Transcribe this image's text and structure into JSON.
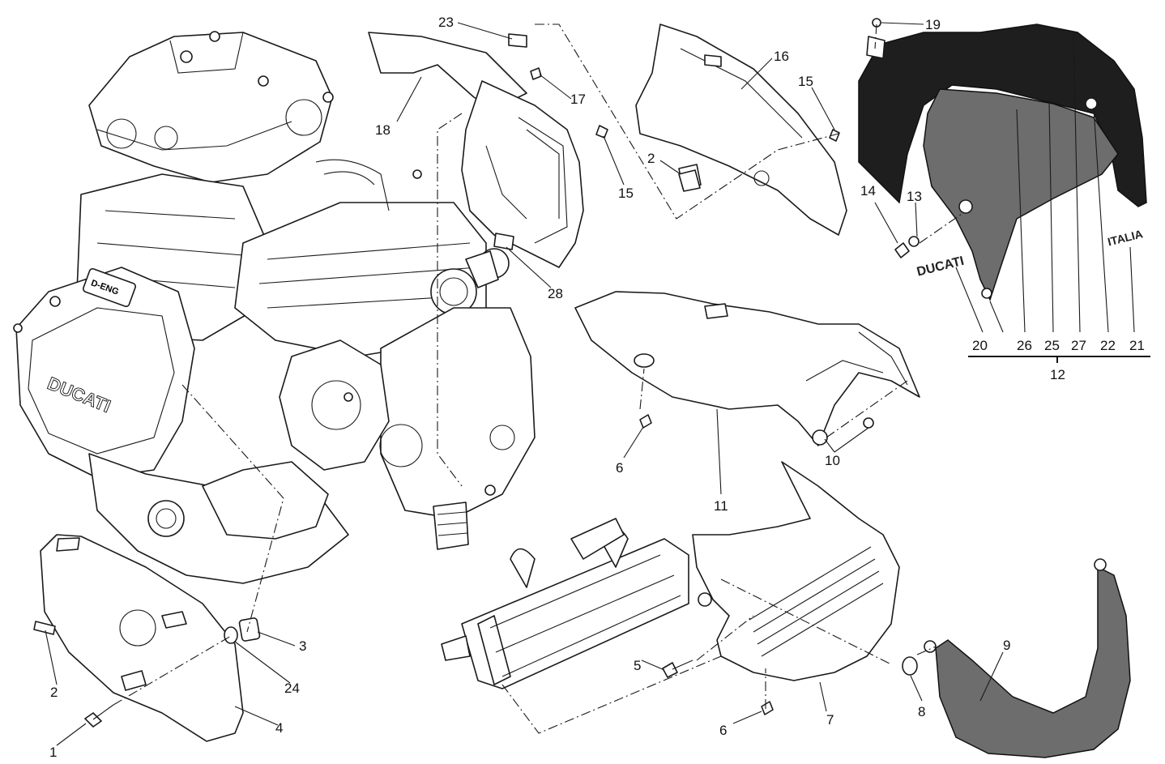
{
  "callouts": {
    "c1": "1",
    "c2a": "2",
    "c2b": "2",
    "c3": "3",
    "c4": "4",
    "c5": "5",
    "c6a": "6",
    "c6b": "6",
    "c7": "7",
    "c8": "8",
    "c9": "9",
    "c10": "10",
    "c11": "11",
    "c12": "12",
    "c13": "13",
    "c14": "14",
    "c15a": "15",
    "c15b": "15",
    "c16": "16",
    "c17": "17",
    "c18": "18",
    "c19": "19",
    "c20": "20",
    "c21": "21",
    "c22": "22",
    "c23": "23",
    "c24": "24",
    "c25": "25",
    "c26": "26",
    "c27": "27",
    "c28": "28"
  },
  "decals": {
    "engine_cover_logo": "DUCATI",
    "clutch_cover_badge": "D-ENG",
    "decal_20": "DUCATI",
    "decal_21": "ITALIA"
  }
}
